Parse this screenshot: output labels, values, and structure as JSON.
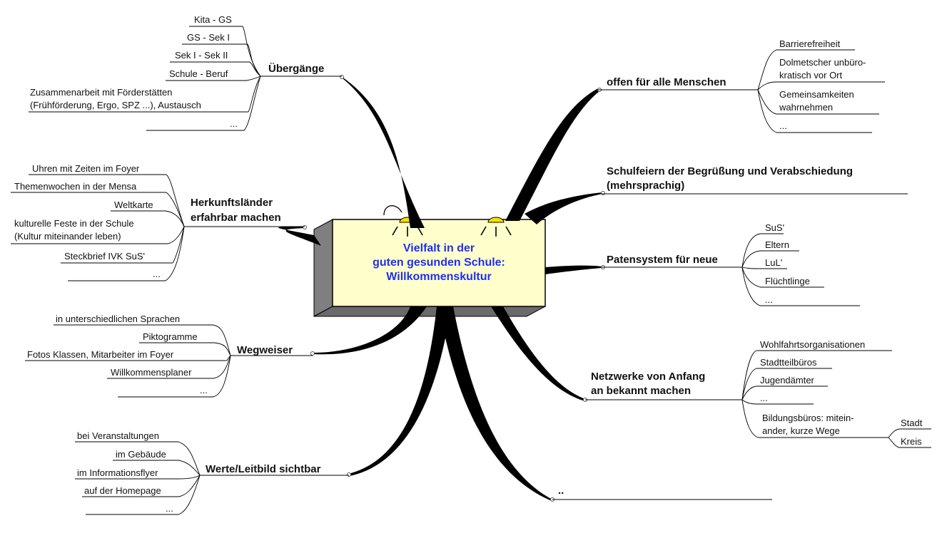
{
  "center": {
    "line1": "Vielfalt in der",
    "line2": "guten gesunden Schule:",
    "line3": "Willkommenskultur"
  },
  "branches": {
    "uebergaenge": {
      "label": "Übergänge",
      "items": [
        "Kita - GS",
        "GS - Sek I",
        "Sek I - Sek II",
        "Schule - Beruf",
        "Zusammenarbeit mit Förderstätten",
        "(Frühförderung, Ergo, SPZ ...), Austausch",
        "..."
      ]
    },
    "herkunft": {
      "label_line1": "Herkunftsländer",
      "label_line2": "erfahrbar machen",
      "items": [
        "Uhren mit Zeiten im Foyer",
        "Themenwochen in der Mensa",
        "Weltkarte",
        "kulturelle Feste in der Schule",
        "(Kultur miteinander leben)",
        "Steckbrief IVK SuS'",
        "..."
      ]
    },
    "wegweiser": {
      "label": "Wegweiser",
      "items": [
        "in unterschiedlichen Sprachen",
        "Piktogramme",
        "Fotos Klassen, Mitarbeiter im Foyer",
        "Willkommensplaner",
        "..."
      ]
    },
    "werte": {
      "label": "Werte/Leitbild sichtbar",
      "items": [
        "bei Veranstaltungen",
        "im Gebäude",
        "im Informationsflyer",
        "auf der Homepage",
        "..."
      ]
    },
    "offen": {
      "label": "offen für alle Menschen",
      "items": [
        "Barrierefreiheit",
        "Dolmetscher unbüro-",
        "kratisch vor Ort",
        "Gemeinsamkeiten",
        "wahrnehmen",
        "..."
      ]
    },
    "schulfeiern": {
      "label_line1": "Schulfeiern der Begrüßung und Verabschiedung",
      "label_line2": "(mehrsprachig)"
    },
    "paten": {
      "label": "Patensystem für neue",
      "items": [
        "SuS'",
        "Eltern",
        "LuL'",
        "Flüchtlinge",
        "..."
      ]
    },
    "netzwerke": {
      "label_line1": "Netzwerke von Anfang",
      "label_line2": "an bekannt machen",
      "items": [
        "Wohlfahrtsorganisationen",
        "Stadtteilbüros",
        "Jugendämter",
        "...",
        "Bildungsbüros: mitein-",
        "ander, kurze Wege"
      ],
      "sub_items": [
        "Stadt",
        "Kreis"
      ]
    },
    "more": {
      "label": ".."
    }
  },
  "colors": {
    "center_fill": "#ffffcc",
    "center_text": "#1f2ff0",
    "box_side": "#7a7a7a",
    "lamp": "#ffe000",
    "lines": "#000000"
  }
}
